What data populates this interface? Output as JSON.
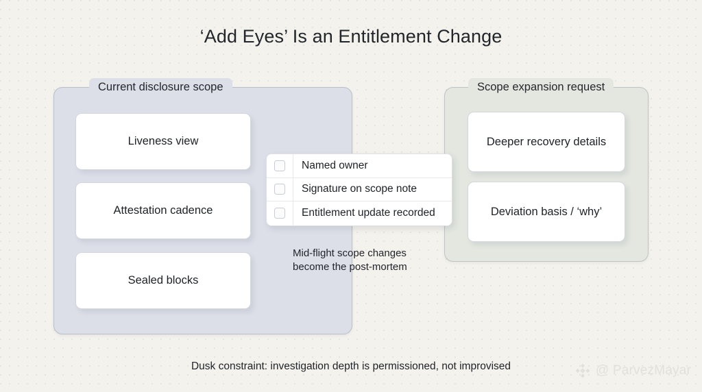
{
  "slide": {
    "title": "‘Add Eyes’ Is an Entitlement Change",
    "footer_note": "Dusk constraint: investigation depth is permissioned, not improvised",
    "background_color": "#f4f2ed"
  },
  "panels": {
    "current": {
      "legend": "Current disclosure scope",
      "color": "#dcdfe8",
      "cards": [
        {
          "label": "Liveness view"
        },
        {
          "label": "Attestation cadence"
        },
        {
          "label": "Sealed blocks"
        }
      ]
    },
    "expansion": {
      "legend": "Scope expansion request",
      "color": "#e3e7e0",
      "cards": [
        {
          "label": "Deeper recovery details"
        },
        {
          "label": "Deviation basis / ‘why’"
        }
      ]
    }
  },
  "checklist": {
    "rows": [
      {
        "label": "Named owner",
        "checked": false
      },
      {
        "label": "Signature on scope note",
        "checked": false
      },
      {
        "label": "Entitlement update recorded",
        "checked": false
      }
    ]
  },
  "caption": {
    "line1": "Mid-flight scope changes",
    "line2": "become the post-mortem"
  },
  "watermark": {
    "handle": "@ ParvezMayar",
    "icon": "diamond-logo-icon",
    "color": "#e2e0da"
  }
}
